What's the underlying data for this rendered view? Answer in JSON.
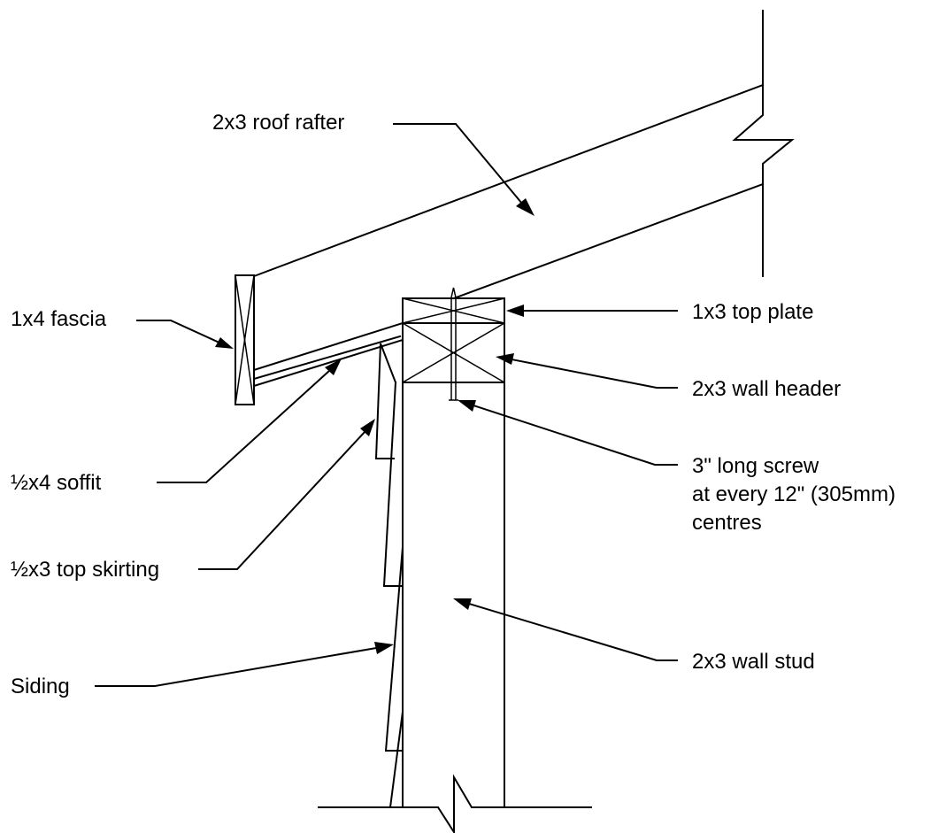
{
  "labels": {
    "roof_rafter": "2x3 roof rafter",
    "fascia": "1x4 fascia",
    "top_plate": "1x3 top plate",
    "wall_header": "2x3 wall header",
    "screw_line1": "3\" long screw",
    "screw_line2": "at every 12\" (305mm)",
    "screw_line3": "centres",
    "soffit": "½x4 soffit",
    "top_skirting": "½x3 top skirting",
    "siding": "Siding",
    "wall_stud": "2x3 wall stud"
  }
}
